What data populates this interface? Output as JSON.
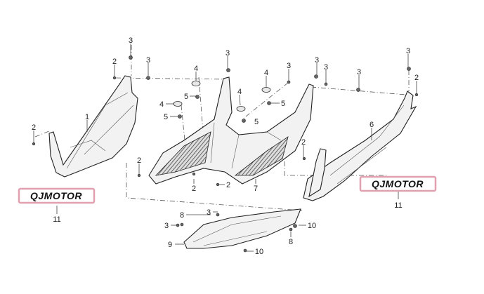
{
  "diagram": {
    "brand_logo_text": "QJMOTOR",
    "callouts": [
      "1",
      "2",
      "3",
      "4",
      "5",
      "6",
      "7",
      "8",
      "9",
      "10",
      "11"
    ]
  }
}
